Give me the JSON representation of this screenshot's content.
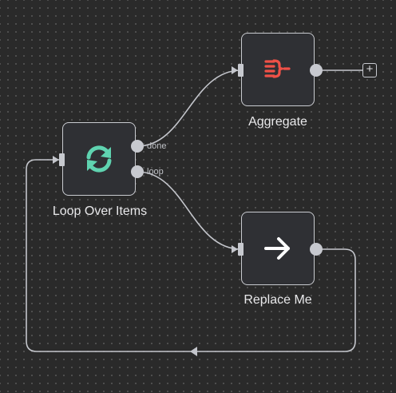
{
  "canvas": {
    "background": "#2a2a2a",
    "connection_color": "#c4c6cc"
  },
  "nodes": {
    "loop_over_items": {
      "label": "Loop Over Items",
      "icon": "sync-icon",
      "icon_color": "#5fd3b0",
      "outputs": {
        "done": "done",
        "loop": "loop"
      }
    },
    "aggregate": {
      "label": "Aggregate",
      "icon": "aggregate-icon",
      "icon_color": "#ef5147"
    },
    "replace_me": {
      "label": "Replace Me",
      "icon": "arrow-right-icon",
      "icon_color": "#ffffff"
    }
  },
  "add_node_button": {
    "label": "+"
  }
}
